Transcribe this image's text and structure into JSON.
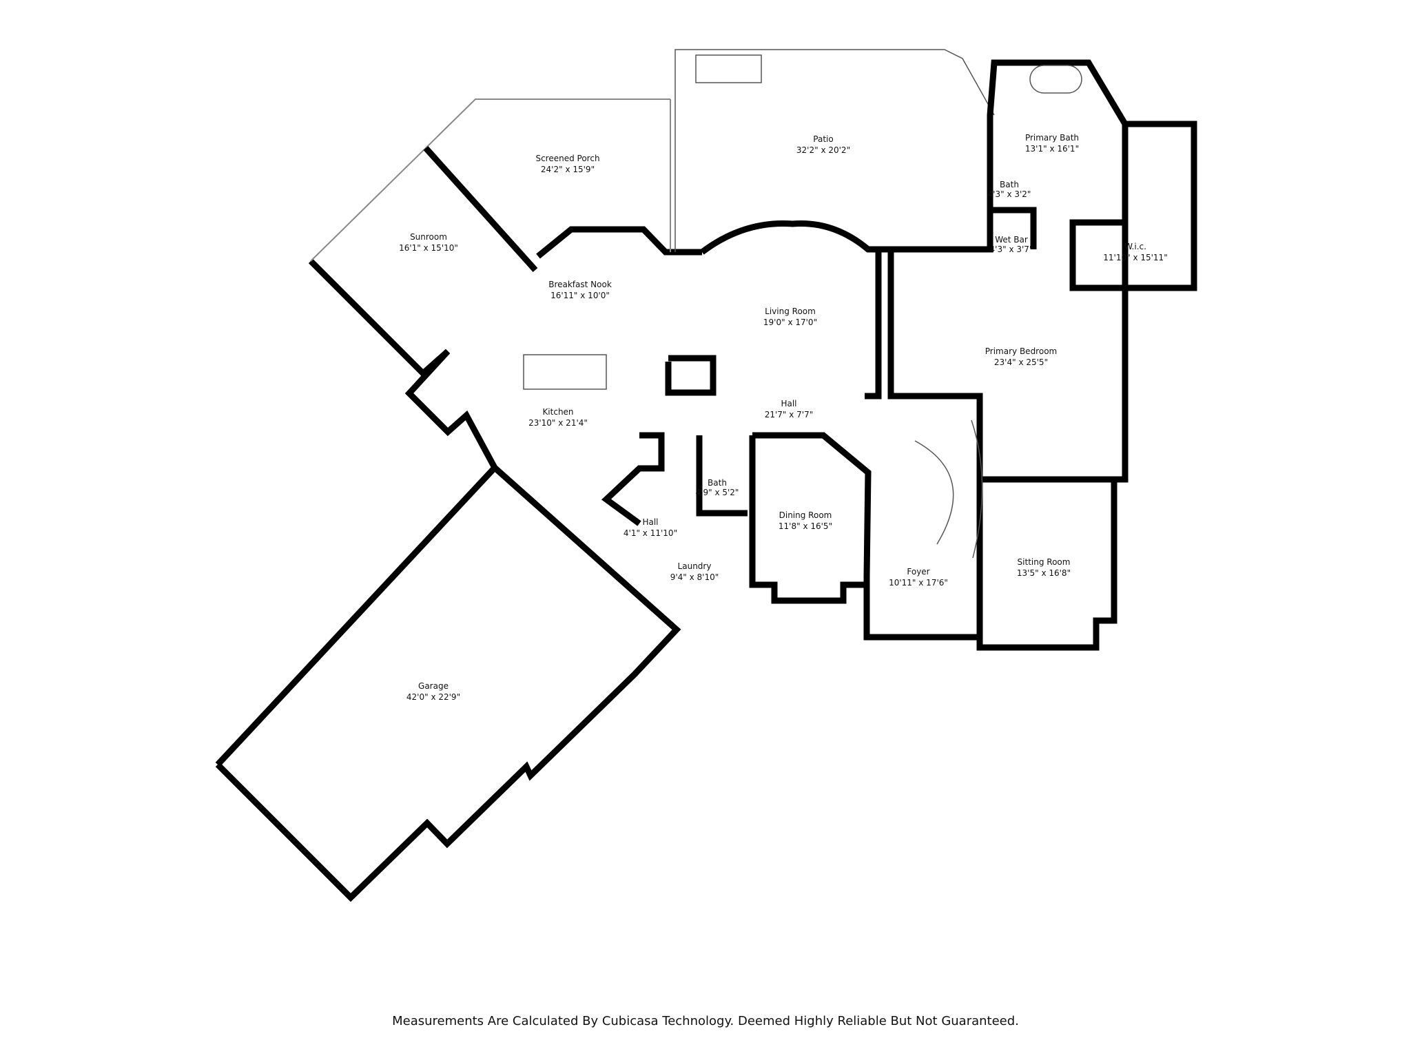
{
  "rooms": {
    "screened_porch": {
      "name": "Screened Porch",
      "dims": "24'2\" x 15'9\""
    },
    "patio": {
      "name": "Patio",
      "dims": "32'2\" x 20'2\""
    },
    "sunroom": {
      "name": "Sunroom",
      "dims": "16'1\" x 15'10\""
    },
    "breakfast_nook": {
      "name": "Breakfast Nook",
      "dims": "16'11\" x 10'0\""
    },
    "living_room": {
      "name": "Living Room",
      "dims": "19'0\" x 17'0\""
    },
    "primary_bath": {
      "name": "Primary Bath",
      "dims": "13'1\" x 16'1\""
    },
    "bath_upper": {
      "name": "Bath",
      "dims": "4'3\" x 3'2\""
    },
    "wet_bar": {
      "name": "Wet Bar",
      "dims": "4'3\" x 3'7\""
    },
    "wic": {
      "name": "W.i.c.",
      "dims": "11'10\" x 15'11\""
    },
    "primary_bedroom": {
      "name": "Primary Bedroom",
      "dims": "23'4\" x 25'5\""
    },
    "kitchen": {
      "name": "Kitchen",
      "dims": "23'10\" x 21'4\""
    },
    "hall_main": {
      "name": "Hall",
      "dims": "21'7\" x 7'7\""
    },
    "bath_lower": {
      "name": "Bath",
      "dims": "4'9\" x 5'2\""
    },
    "hall_small": {
      "name": "Hall",
      "dims": "4'1\" x 11'10\""
    },
    "dining_room": {
      "name": "Dining Room",
      "dims": "11'8\" x 16'5\""
    },
    "laundry": {
      "name": "Laundry",
      "dims": "9'4\" x 8'10\""
    },
    "foyer": {
      "name": "Foyer",
      "dims": "10'11\" x 17'6\""
    },
    "sitting_room": {
      "name": "Sitting Room",
      "dims": "13'5\" x 16'8\""
    },
    "garage": {
      "name": "Garage",
      "dims": "42'0\" x 22'9\""
    }
  },
  "footer": "Measurements Are Calculated By Cubicasa Technology. Deemed Highly Reliable But Not Guaranteed."
}
